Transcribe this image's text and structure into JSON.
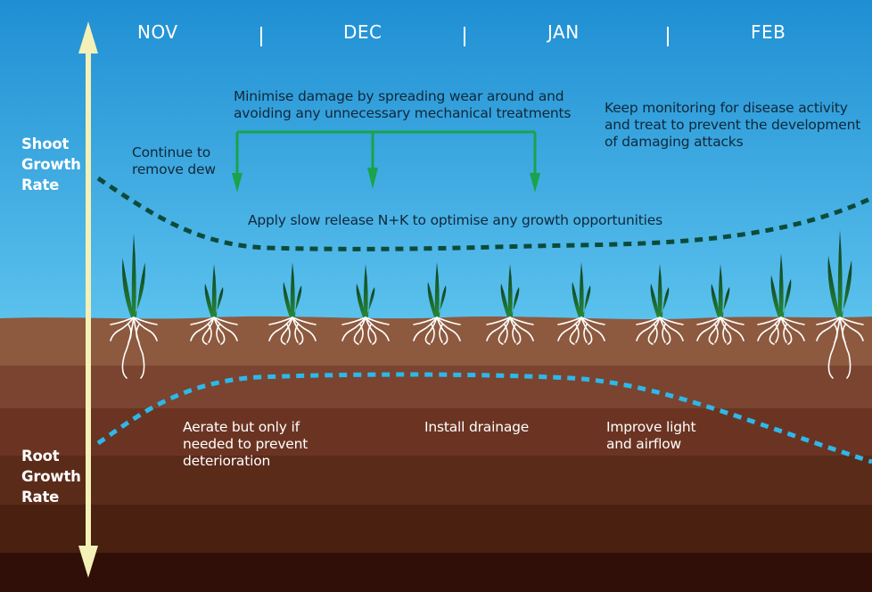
{
  "months": [
    "NOV",
    "DEC",
    "JAN",
    "FEB"
  ],
  "axis": {
    "shoot_label": [
      "Shoot",
      "Growth",
      "Rate"
    ],
    "root_label": [
      "Root",
      "Growth",
      "Rate"
    ]
  },
  "notes": {
    "continue_dew": [
      "Continue to",
      "remove dew"
    ],
    "minimise_damage": [
      "Minimise damage by spreading wear around and",
      "avoiding any unnecessary mechanical treatments"
    ],
    "monitoring": [
      "Keep monitoring for disease activity",
      "and treat to prevent the development",
      "of damaging attacks"
    ],
    "nk": "Apply slow release N+K to optimise any growth opportunities",
    "aerate": [
      "Aerate but only if",
      "needed to prevent",
      "deterioration"
    ],
    "drainage": "Install drainage",
    "light": [
      "Improve light",
      "and airflow"
    ]
  },
  "colors": {
    "sky_top": "#1f8fd3",
    "sky_bottom": "#5dc3ee",
    "soil_1": "#8d5a3f",
    "soil_2": "#7a4430",
    "soil_3": "#6b3422",
    "soil_4": "#5b2b1a",
    "soil_5": "#4a2010",
    "soil_6": "#300f08",
    "axis_arrow": "#f3f1b7",
    "green_arrows": "#1aa34a",
    "shoot_curve": "#0b4b3a",
    "root_curve": "#2db8ea"
  }
}
